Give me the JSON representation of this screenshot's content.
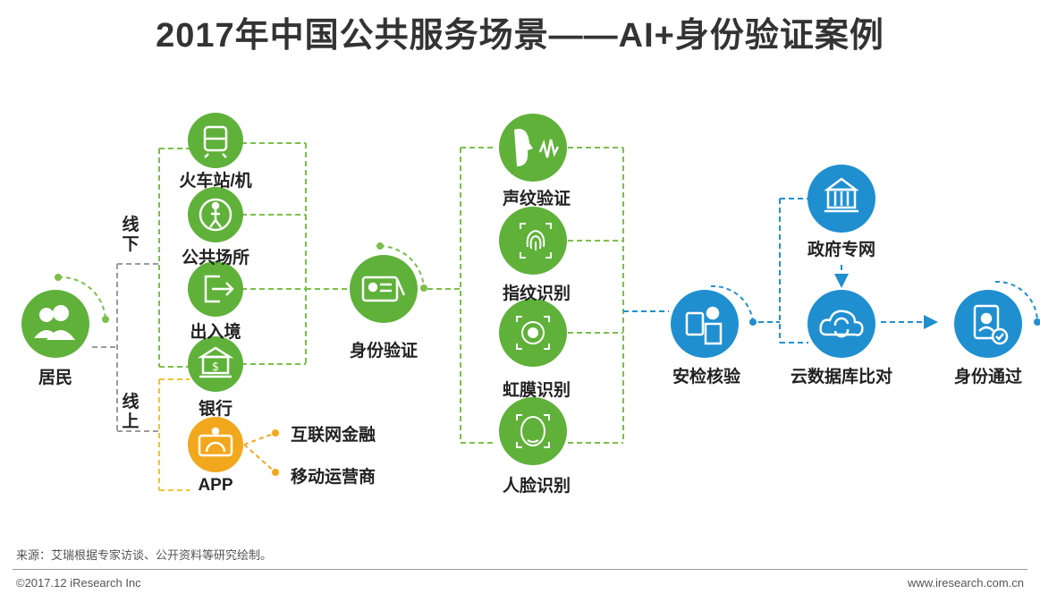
{
  "title": "2017年中国公共服务场景——AI+身份验证案例",
  "nodes": {
    "resident": "居民",
    "offline": "线下",
    "online": "线上",
    "train_airport": "火车站/机",
    "public_place": "公共场所",
    "entry_exit": "出入境",
    "bank": "银行",
    "app": "APP",
    "internet_finance": "互联网金融",
    "mobile_operator": "移动运营商",
    "identity_verification": "身份验证",
    "voiceprint": "声纹验证",
    "fingerprint": "指纹识别",
    "iris": "虹膜识别",
    "face": "人脸识别",
    "security_check": "安检核验",
    "gov_network": "政府专网",
    "cloud_db": "云数据库比对",
    "identity_passed": "身份通过"
  },
  "colors": {
    "green": "#5fb13a",
    "blue": "#1f8fd0",
    "orange": "#f2a81d",
    "gray": "#9b9b9b"
  },
  "footer": {
    "source": "来源：艾瑞根据专家访谈、公开资料等研究绘制。",
    "copyright": "©2017.12 iResearch Inc",
    "website": "www.iresearch.com.cn"
  }
}
